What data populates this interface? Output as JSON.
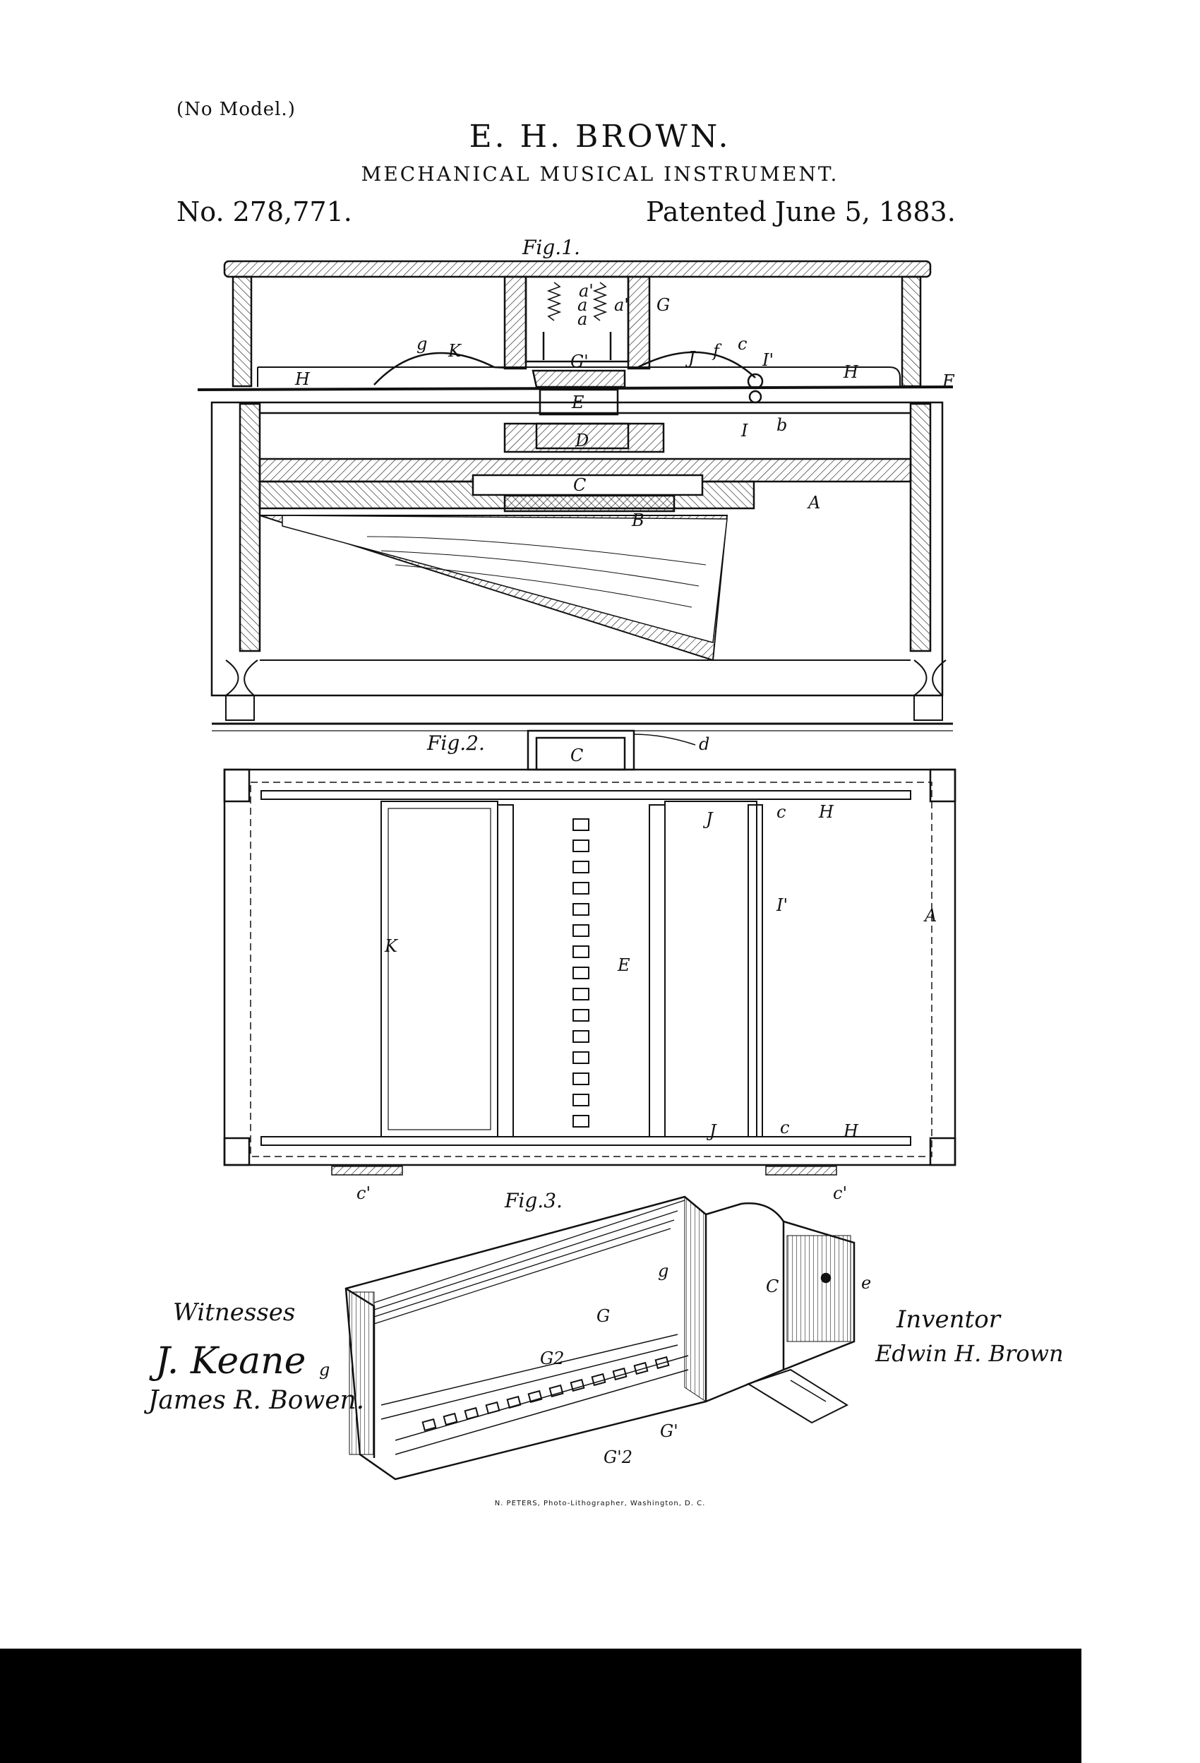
{
  "header": {
    "no_model": "(No Model.)",
    "inventor": "E. H. BROWN.",
    "title": "MECHANICAL MUSICAL INSTRUMENT.",
    "patent_number": "No. 278,771.",
    "patent_date": "Patented June 5, 1883."
  },
  "figures": {
    "fig1": "Fig.1.",
    "fig2": "Fig.2.",
    "fig3": "Fig.3."
  },
  "labels": {
    "A": "A",
    "B": "B",
    "C": "C",
    "D": "D",
    "E": "E",
    "F": "F",
    "G": "G",
    "G1": "G'",
    "G2": "G2",
    "G2b": "G'2",
    "H": "H",
    "I": "I",
    "I1": "I'",
    "J": "J",
    "K": "K",
    "a": "a",
    "a1": "a'",
    "b": "b",
    "c": "c",
    "c1": "c'",
    "d": "d",
    "e": "e",
    "f": "f",
    "g": "g"
  },
  "signatures": {
    "witnesses_label": "Witnesses",
    "witness1": "J. Keane",
    "witness2": "James R. Bowen.",
    "inventor_label": "Inventor",
    "inventor_sig": "Edwin H. Brown"
  },
  "footer": {
    "printer": "N. PETERS, Photo-Lithographer, Washington, D. C."
  }
}
